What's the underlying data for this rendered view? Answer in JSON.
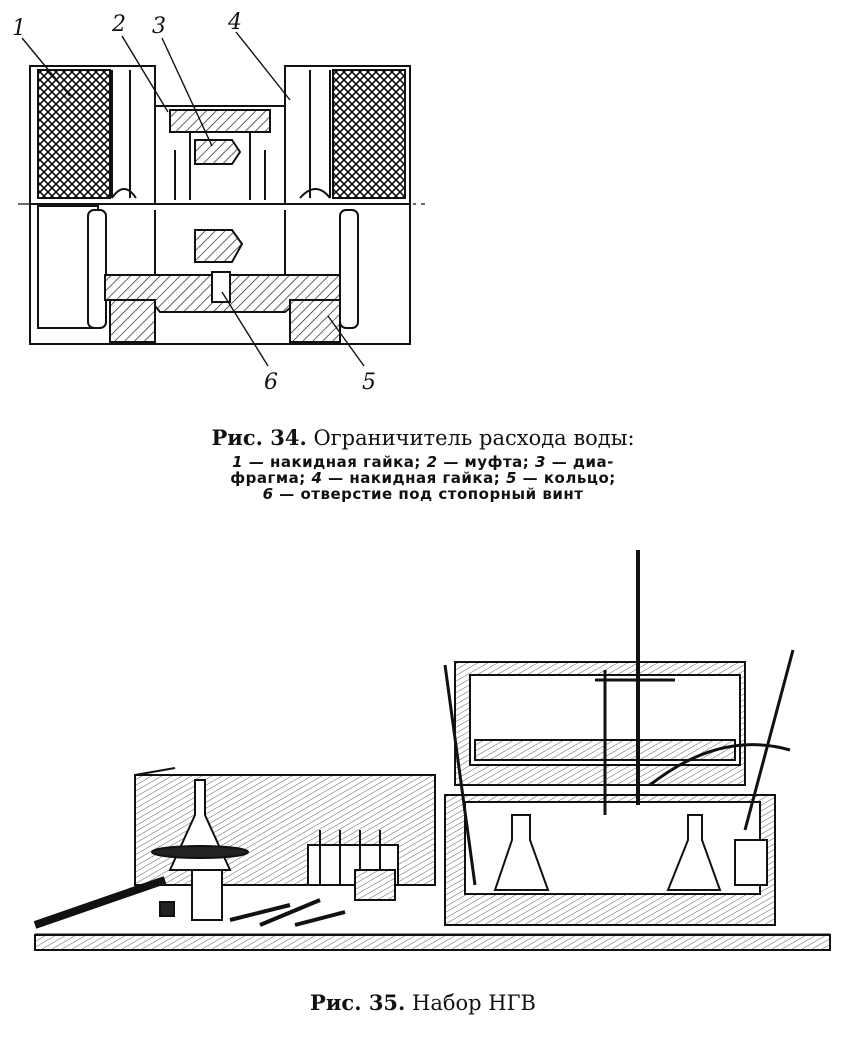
{
  "figure34": {
    "callouts": [
      "1",
      "2",
      "3",
      "4",
      "5",
      "6"
    ],
    "caption_number": "Рис. 34.",
    "caption_title": "Ограничитель расхода воды:",
    "legend": [
      {
        "num": "1",
        "text": "— накидная гайка;"
      },
      {
        "num": "2",
        "text": "— муфта;"
      },
      {
        "num": "3",
        "text": "— диа-"
      },
      {
        "num": "",
        "text": "фрагма;"
      },
      {
        "num": "4",
        "text": "— накидная гайка;"
      },
      {
        "num": "5",
        "text": "— кольцо;"
      },
      {
        "num": "6",
        "text": "— отверстие под стопорный винт"
      }
    ]
  },
  "figure35": {
    "caption_number": "Рис. 35.",
    "caption_title": "Набор НГВ"
  }
}
